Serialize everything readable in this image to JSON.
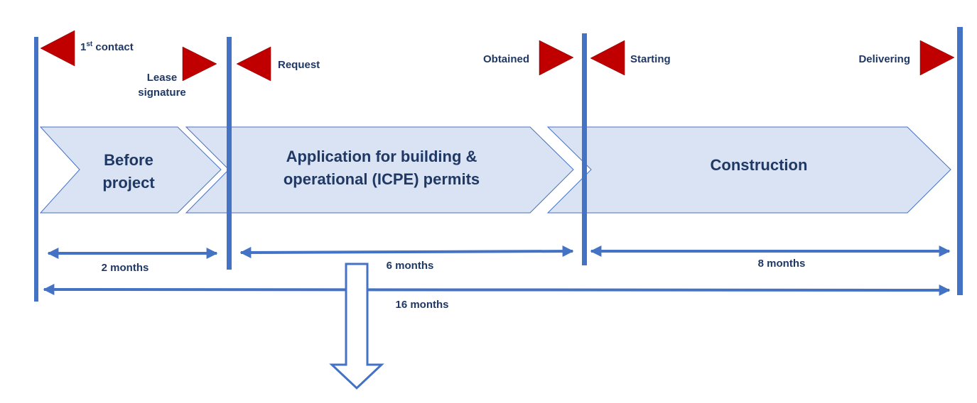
{
  "colors": {
    "line": "#4472c4",
    "phase_fill": "#dae3f3",
    "phase_stroke": "#4472c4",
    "flag": "#c00000",
    "text": "#1f3864"
  },
  "phases": [
    {
      "line1": "Before",
      "line2": "project"
    },
    {
      "line1": "Application for building &",
      "line2": "operational (ICPE) permits"
    },
    {
      "line1": "Construction",
      "line2": ""
    }
  ],
  "milestones": {
    "first_contact": {
      "main": "1",
      "sup": "st",
      "rest": " contact"
    },
    "lease": {
      "line1": "Lease",
      "line2": "signature"
    },
    "request": "Request",
    "obtained": "Obtained",
    "starting": "Starting",
    "delivering": "Delivering"
  },
  "durations": {
    "before": "2 months",
    "permits": "6 months",
    "construction": "8 months",
    "total": "16 months"
  }
}
